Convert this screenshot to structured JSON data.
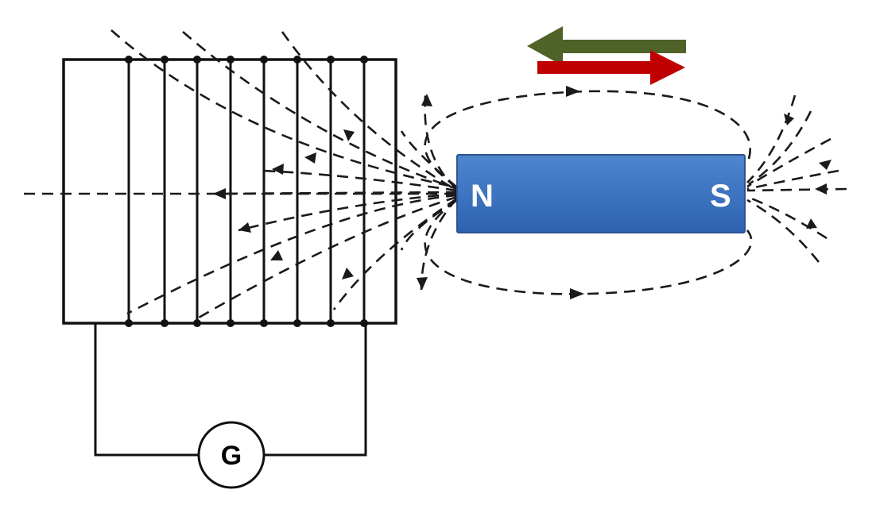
{
  "magnet": {
    "north_label": "N",
    "south_label": "S",
    "fill_top": "#4f86cf",
    "fill_bottom": "#2e62b0"
  },
  "galvanometer": {
    "label": "G"
  },
  "motion_arrows": [
    {
      "direction": "left",
      "color": "#4f6228"
    },
    {
      "direction": "right",
      "color": "#c00000"
    }
  ]
}
